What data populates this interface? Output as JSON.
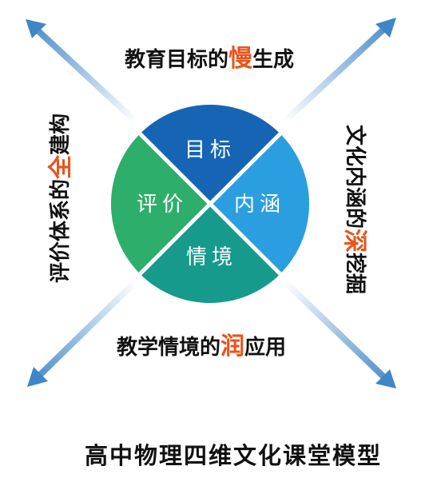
{
  "diagram": {
    "title": "高中物理四维文化课堂模型",
    "segments": [
      {
        "key": "top",
        "label": "目标",
        "color": "#1565b4"
      },
      {
        "key": "right",
        "label": "内涵",
        "color": "#2b9ee0"
      },
      {
        "key": "bottom",
        "label": "情境",
        "color": "#159a8c"
      },
      {
        "key": "left",
        "label": "评价",
        "color": "#2eae6b"
      }
    ],
    "captions": {
      "top": {
        "before": "教育目标的",
        "emphasis": "慢",
        "after": "生成"
      },
      "right": {
        "before": "文化内涵的",
        "emphasis": "深",
        "after": "挖掘"
      },
      "bottom": {
        "before": "教学情境的",
        "emphasis": "润",
        "after": "应用"
      },
      "left": {
        "before": "评价体系的",
        "emphasis": "全",
        "after": "建构"
      }
    },
    "colors": {
      "emphasis": "#e8541c",
      "arrow": "#3f86c7",
      "arrow_fade": "#ffffff",
      "divider": "#ffffff",
      "text": "#111111"
    }
  }
}
